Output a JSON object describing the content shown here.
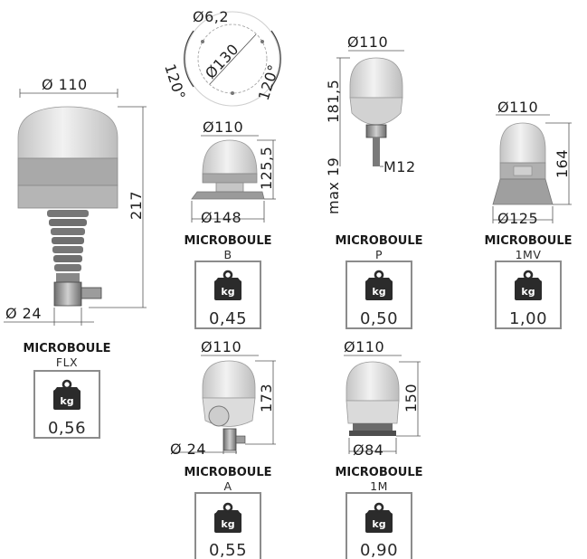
{
  "colors": {
    "lamp_body": "#d8d8d8",
    "lamp_dark": "#8e8e8e",
    "weight_icon": "#2b2b2b",
    "box_border": "#8c8c8c"
  },
  "weight_icon_label": "kg",
  "mounting_plate": {
    "hole_diameter": "Ø6,2",
    "bolt_circle": "Ø130",
    "angle_left": "120°",
    "angle_right": "120°"
  },
  "models": {
    "flx": {
      "name": "MICROBOULE",
      "code": "FLX",
      "weight": "0,56",
      "dims": {
        "width": "Ø 110",
        "height": "217",
        "base": "Ø 24"
      }
    },
    "b": {
      "name": "MICROBOULE",
      "code": "B",
      "weight": "0,45",
      "dims": {
        "width": "Ø110",
        "height": "125,5",
        "base": "Ø148"
      }
    },
    "p": {
      "name": "MICROBOULE",
      "code": "P",
      "weight": "0,50",
      "dims": {
        "width": "Ø110",
        "height": "181,5",
        "thread_len": "max 19",
        "thread": "M12"
      }
    },
    "mv": {
      "name": "MICROBOULE",
      "code": "1MV",
      "weight": "1,00",
      "dims": {
        "width": "Ø110",
        "height": "164",
        "base": "Ø125"
      }
    },
    "a": {
      "name": "MICROBOULE",
      "code": "A",
      "weight": "0,55",
      "dims": {
        "width": "Ø110",
        "height": "173",
        "base": "Ø 24"
      }
    },
    "m": {
      "name": "MICROBOULE",
      "code": "1M",
      "weight": "0,90",
      "dims": {
        "width": "Ø110",
        "height": "150",
        "base": "Ø84"
      }
    }
  }
}
